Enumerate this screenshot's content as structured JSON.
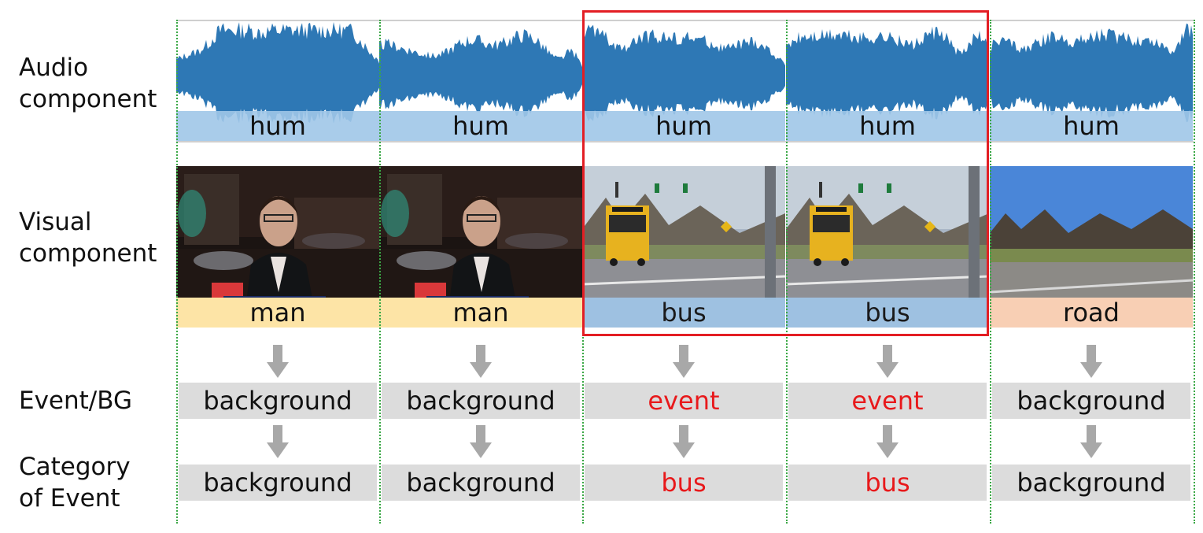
{
  "row_labels": {
    "audio": [
      "Audio",
      "component"
    ],
    "visual": [
      "Visual",
      "component"
    ],
    "event_bg": "Event/BG",
    "category": [
      "Category",
      "of Event"
    ]
  },
  "segments": [
    {
      "audio": "hum",
      "visual": "man",
      "visual_color": "#fde4a6",
      "event_bg": "background",
      "category": "background",
      "highlight": false,
      "scene": "reporter"
    },
    {
      "audio": "hum",
      "visual": "man",
      "visual_color": "#fde4a6",
      "event_bg": "background",
      "category": "background",
      "highlight": false,
      "scene": "reporter"
    },
    {
      "audio": "hum",
      "visual": "bus",
      "visual_color": "#a0c6e8",
      "event_bg": "event",
      "category": "bus",
      "highlight": true,
      "scene": "bus"
    },
    {
      "audio": "hum",
      "visual": "bus",
      "visual_color": "#a0c6e8",
      "event_bg": "event",
      "category": "bus",
      "highlight": true,
      "scene": "bus"
    },
    {
      "audio": "hum",
      "visual": "road",
      "visual_color": "#f8cfb4",
      "event_bg": "background",
      "category": "background",
      "highlight": false,
      "scene": "road"
    }
  ],
  "colors": {
    "waveform": "#2e78b5",
    "event_text": "#e8191b",
    "highlight_box": "#e31e24",
    "separator": "#3aa845",
    "gray_band": "#dcdcdc"
  }
}
